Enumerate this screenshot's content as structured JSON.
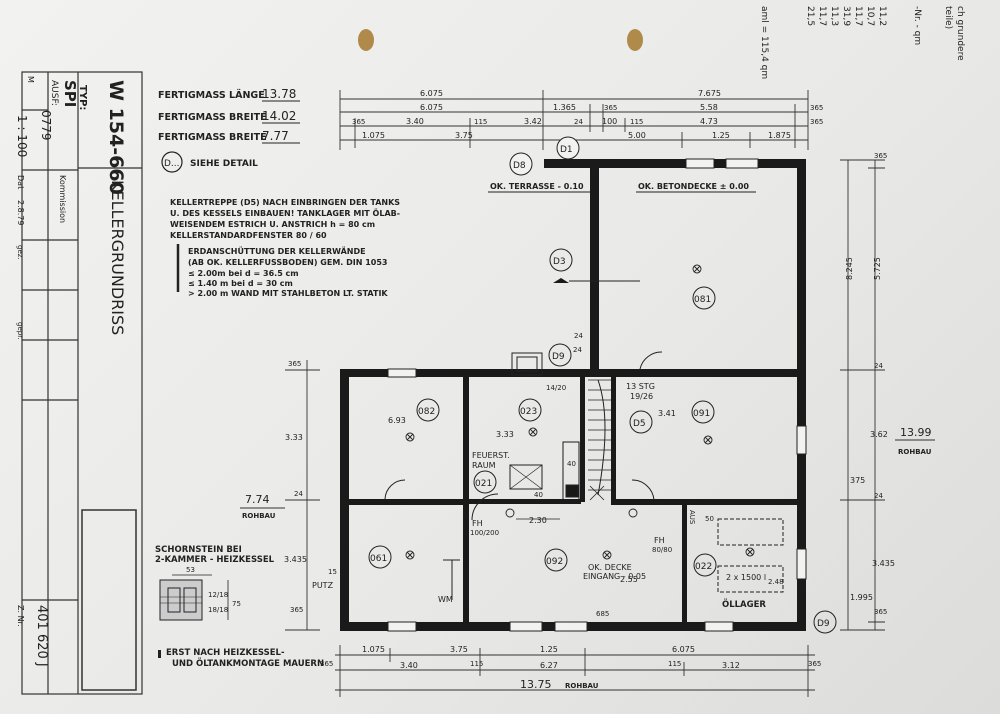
{
  "title_block": {
    "typ_label": "TYP:",
    "typ_value": "W 154-660",
    "typ_sub": "SPI",
    "ausf_label": "AUSF:",
    "ausf_value": "0779",
    "m_label": "M",
    "scale": "1 : 100",
    "drawing_title": "KELLERGRUNDRISS",
    "kommission": "Kommission",
    "dat_label": "Dat",
    "dat_value": "2.8.79",
    "gez_label": "gez.",
    "gepr_label": "gepr.",
    "z_nr_label": "Z. Nr.",
    "z_nr_value": "401 620 J"
  },
  "margin_notes": [
    "11,2",
    "10,7",
    "11,7",
    "31,9",
    "11,3",
    "11,7",
    "21,5",
    "aml = 115,4 qm",
    "-Nr. - qm",
    "ch grundere",
    "teile)"
  ],
  "specs": {
    "laenge_label": "FERTIGMASS LÄNGE",
    "laenge_value": "13.78",
    "breite1_label": "FERTIGMASS BREITE",
    "breite1_value": "14.02",
    "breite2_label": "FERTIGMASS BREITE",
    "breite2_value": "7.77",
    "detail_symbol": "D...",
    "detail_text": "SIEHE DETAIL"
  },
  "notes": {
    "kellertreppe": [
      "KELLERTREPPE (D5) NACH EINBRINGEN DER TANKS",
      "U. DES KESSELS EINBAUEN! TANKLAGER MIT ÖLAB-",
      "WEISENDEM ESTRICH U. ANSTRICH     h = 80 cm",
      "KELLERSTANDARDFENSTER    80 / 60"
    ],
    "erdanschuettung": [
      "ERDANSCHÜTTUNG DER KELLERWÄNDE",
      "(AB OK. KELLERFUSSBODEN)  GEM. DIN 1053",
      "≤ 2.00m  bei  d = 36.5 cm",
      "≤ 1.40 m  bei  d = 30  cm",
      "> 2.00 m  WAND MIT STAHLBETON  LT. STATIK"
    ],
    "schornstein_title": [
      "SCHORNSTEIN  BEI",
      "2-KAMMER - HEIZKESSEL"
    ],
    "schornstein_dims": [
      "53",
      "12/18",
      "18/18",
      "75"
    ],
    "bottom_note": [
      "ERST NACH HEIZKESSEL-",
      "UND ÖLTANKMONTAGE MAUERN"
    ]
  },
  "details": [
    "D1",
    "D3",
    "D5",
    "D8",
    "D9",
    "D9"
  ],
  "rooms": [
    {
      "num": "081"
    },
    {
      "num": "082",
      "dim": "6.93"
    },
    {
      "num": "023",
      "dim": "3.33"
    },
    {
      "num": "091",
      "dim": "3.41"
    },
    {
      "num": "021",
      "label": "FEUERST.",
      "label2": "RAUM"
    },
    {
      "num": "061"
    },
    {
      "num": "092"
    },
    {
      "num": "022"
    }
  ],
  "labels": {
    "ok_terrasse": "OK. TERRASSE  - 0.10",
    "ok_betondecke": "OK. BETONDECKE  ± 0.00",
    "stairs": "13 STG",
    "stairs2": "19/26",
    "stair_dim": "14/20",
    "ok_decke": "OK. DECKE",
    "eingang": "EINGANG - 0.05",
    "oellager": "ÖLLAGER",
    "tanks": "2 x 1500 l",
    "tanks_h": "2.48",
    "fh1": "FH",
    "fh1_dim": "100/200",
    "fh2": "FH",
    "fh2_dim": "80/80",
    "wm": "WM",
    "putz": "PUTZ",
    "d_230": "2.30",
    "d_255": "2.55",
    "d_68": "685",
    "d_40": "40",
    "d_40b": "40",
    "d_50": "50",
    "aus": "AUS",
    "rohbau_right_value": "13.99",
    "rohbau_right_label": "ROHBAU",
    "rohbau_left_value": "7.74",
    "rohbau_left_label": "ROHBAU",
    "rohbau_bottom_value": "13.75",
    "rohbau_bottom_label": "ROHBAU"
  },
  "dims_top": {
    "row1": [
      "6.075",
      "7.675"
    ],
    "row2": [
      "6.075",
      "1.365",
      "365",
      "5.58",
      "365"
    ],
    "row3": [
      "365",
      "3.40",
      "115",
      "3.42",
      "24",
      "100",
      "115",
      "4.73",
      "365"
    ],
    "row4": [
      "1.075",
      "3.75",
      "5.00",
      "1.25",
      "1.875"
    ]
  },
  "dims_bottom": {
    "row1": [
      "1.075",
      "3.75",
      "1.25",
      "6.075"
    ],
    "row2": [
      "365",
      "3.40",
      "115",
      "6.27",
      "115",
      "3.12",
      "365"
    ]
  },
  "dims_right": [
    "365",
    "8.245",
    "5.725",
    "24",
    "3.62",
    "375",
    "24",
    "3.435",
    "1.995",
    "365"
  ],
  "dims_left": [
    "365",
    "3.33",
    "24",
    "3.435",
    "365"
  ],
  "small_nums": [
    "24",
    "24",
    "15"
  ]
}
